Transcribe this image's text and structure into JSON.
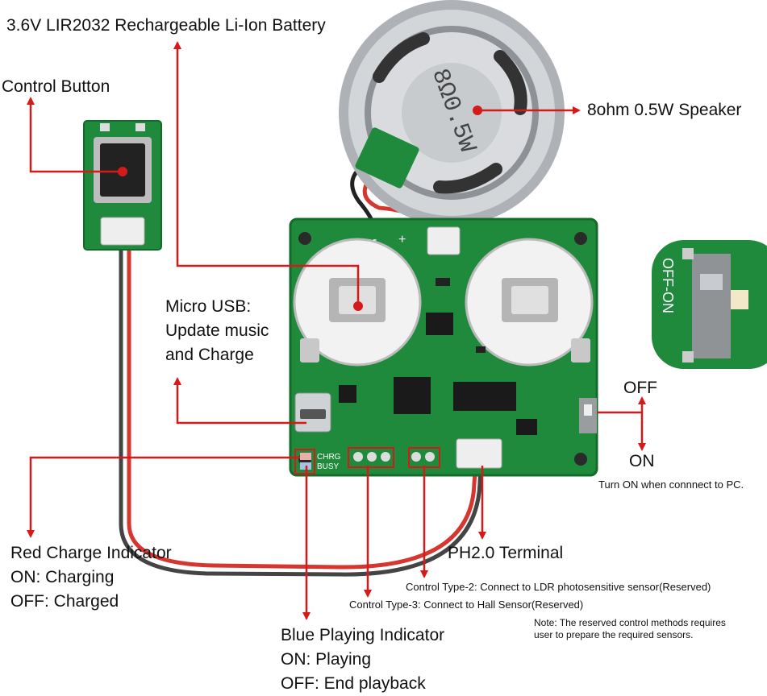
{
  "labels": {
    "battery": "3.6V LIR2032 Rechargeable Li-Ion Battery",
    "control_button": "Control Button",
    "speaker": "8ohm 0.5W Speaker",
    "micro_usb": [
      "Micro USB:",
      "Update music",
      "and Charge"
    ],
    "switch_off": "OFF",
    "switch_on": "ON",
    "switch_note": "Turn ON when connnect to PC.",
    "red_indicator": [
      "Red Charge Indicator",
      "ON: Charging",
      "OFF: Charged"
    ],
    "ph_terminal": "PH2.0 Terminal",
    "control_type_2": "Control Type-2: Connect to LDR photosensitive sensor(Reserved)",
    "control_type_3": "Control Type-3: Connect to Hall Sensor(Reserved)",
    "note": [
      "Note: The reserved control methods requires",
      "user to prepare the required sensors."
    ],
    "blue_indicator": [
      "Blue Playing Indicator",
      "ON: Playing",
      "OFF: End playback"
    ]
  },
  "board_text": {
    "speaker_print": "8Ω0.5W",
    "switch_print": "OFF-ON",
    "chrg": "CHRG",
    "busy": "BUSY",
    "minus": "-",
    "plus": "+"
  },
  "colors": {
    "pcb": "#1f8a3c",
    "pcb_dark": "#136b2a",
    "arrow": "#d51a1a",
    "holder": "#f2f2f2",
    "speaker": "#b9bcbf",
    "wire_red": "#d6362e",
    "wire_black": "#333333"
  }
}
